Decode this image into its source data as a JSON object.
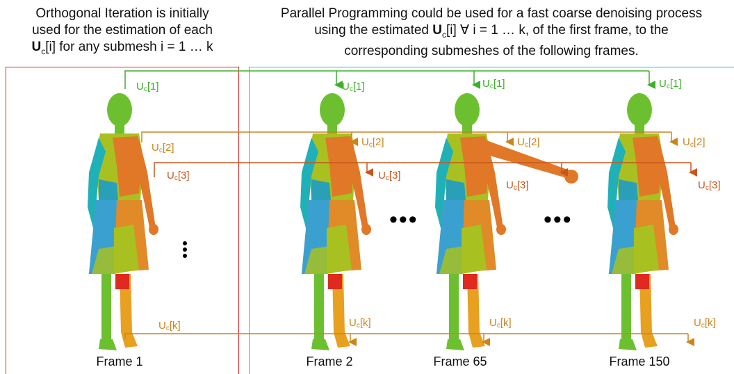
{
  "captions": {
    "left": {
      "line1": "Orthogonal Iteration is initially",
      "line2": "used for the estimation of each",
      "line3_bold": "U",
      "line3_sub": "c",
      "line3_rest": "[i] for any submesh i = 1 … k"
    },
    "right": {
      "line1": "Parallel Programming could be used for a fast coarse denoising process",
      "line2_pre": "using the estimated ",
      "line2_bold": "U",
      "line2_sub": "c",
      "line2_post": "[i] ∀ i = 1 … k, of the first frame, to the",
      "line3": "corresponding submeshes of the following frames."
    }
  },
  "frames": [
    "Frame 1",
    "Frame 2",
    "Frame 65",
    "Frame 150"
  ],
  "labels": {
    "u_main": "U",
    "u_sub": "c",
    "idx1": "[1]",
    "idx2": "[2]",
    "idx3": "[3]",
    "idxk": "[k]"
  },
  "ellipsis_h": "•••",
  "colors": {
    "green": "#3cb02a",
    "tan": "#c8861c",
    "rust": "#c8561c",
    "red_box": "#e02020",
    "cyan_box": "#3ab0c8",
    "skin_green": "#6cc030",
    "lime": "#a8c020",
    "orange": "#e07828",
    "cyan": "#20b0b8",
    "blue": "#3aa0d0",
    "red": "#e02a20",
    "yellow": "#e8b020"
  }
}
